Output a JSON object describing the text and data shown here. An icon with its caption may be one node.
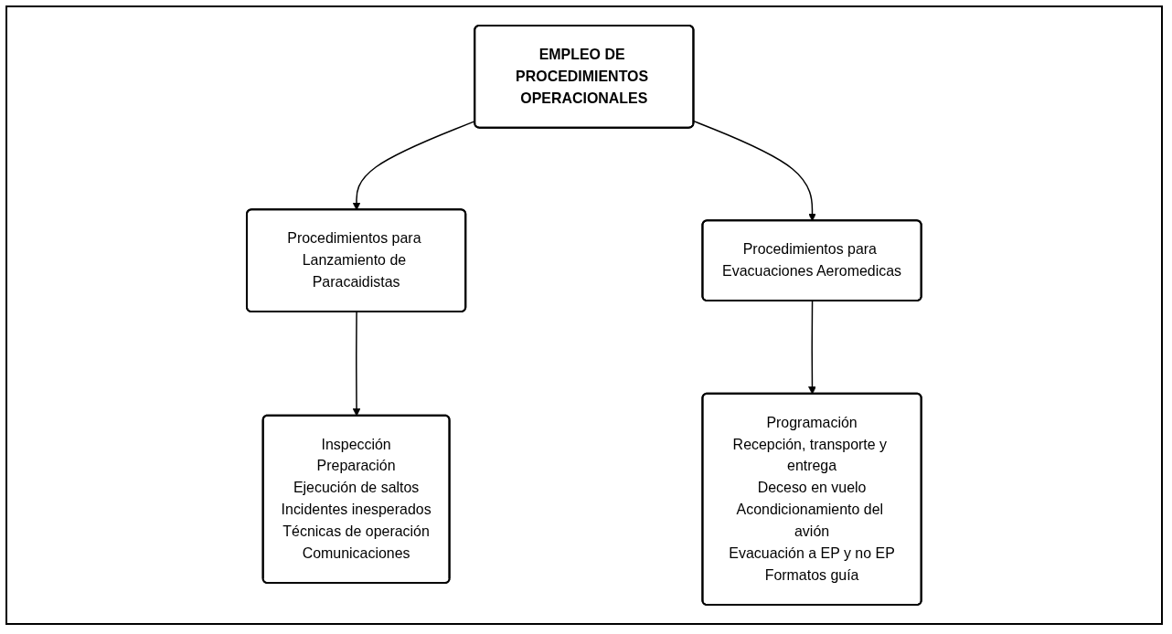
{
  "diagram": {
    "nodes": [
      {
        "text": [
          "EMPLEO DE PROCEDIMIENTOS OPERACIONALES"
        ]
      },
      {
        "text": [
          "Procedimientos para Lanzamiento de Paracaidistas"
        ]
      },
      {
        "text": [
          "Procedimientos para Evacuaciones Aeromedicas"
        ]
      },
      {
        "text": [
          "Inspección",
          "Preparación",
          "Ejecución de saltos",
          "Incidentes inesperados",
          "Técnicas de operación",
          "Comunicaciones"
        ]
      },
      {
        "text": [
          "Programación",
          "Recepción, transporte y entrega",
          "Deceso en vuelo",
          "Acondicionamiento del avión",
          "Evacuación a EP y no EP",
          "Formatos guía"
        ]
      }
    ],
    "edges": [
      {
        "from": 0,
        "to": 1,
        "arrow": "to"
      },
      {
        "from": 0,
        "to": 2,
        "arrow": "to"
      },
      {
        "from": 1,
        "to": 3,
        "arrow": "to"
      },
      {
        "from": 2,
        "to": 4,
        "arrow": "to"
      }
    ]
  }
}
